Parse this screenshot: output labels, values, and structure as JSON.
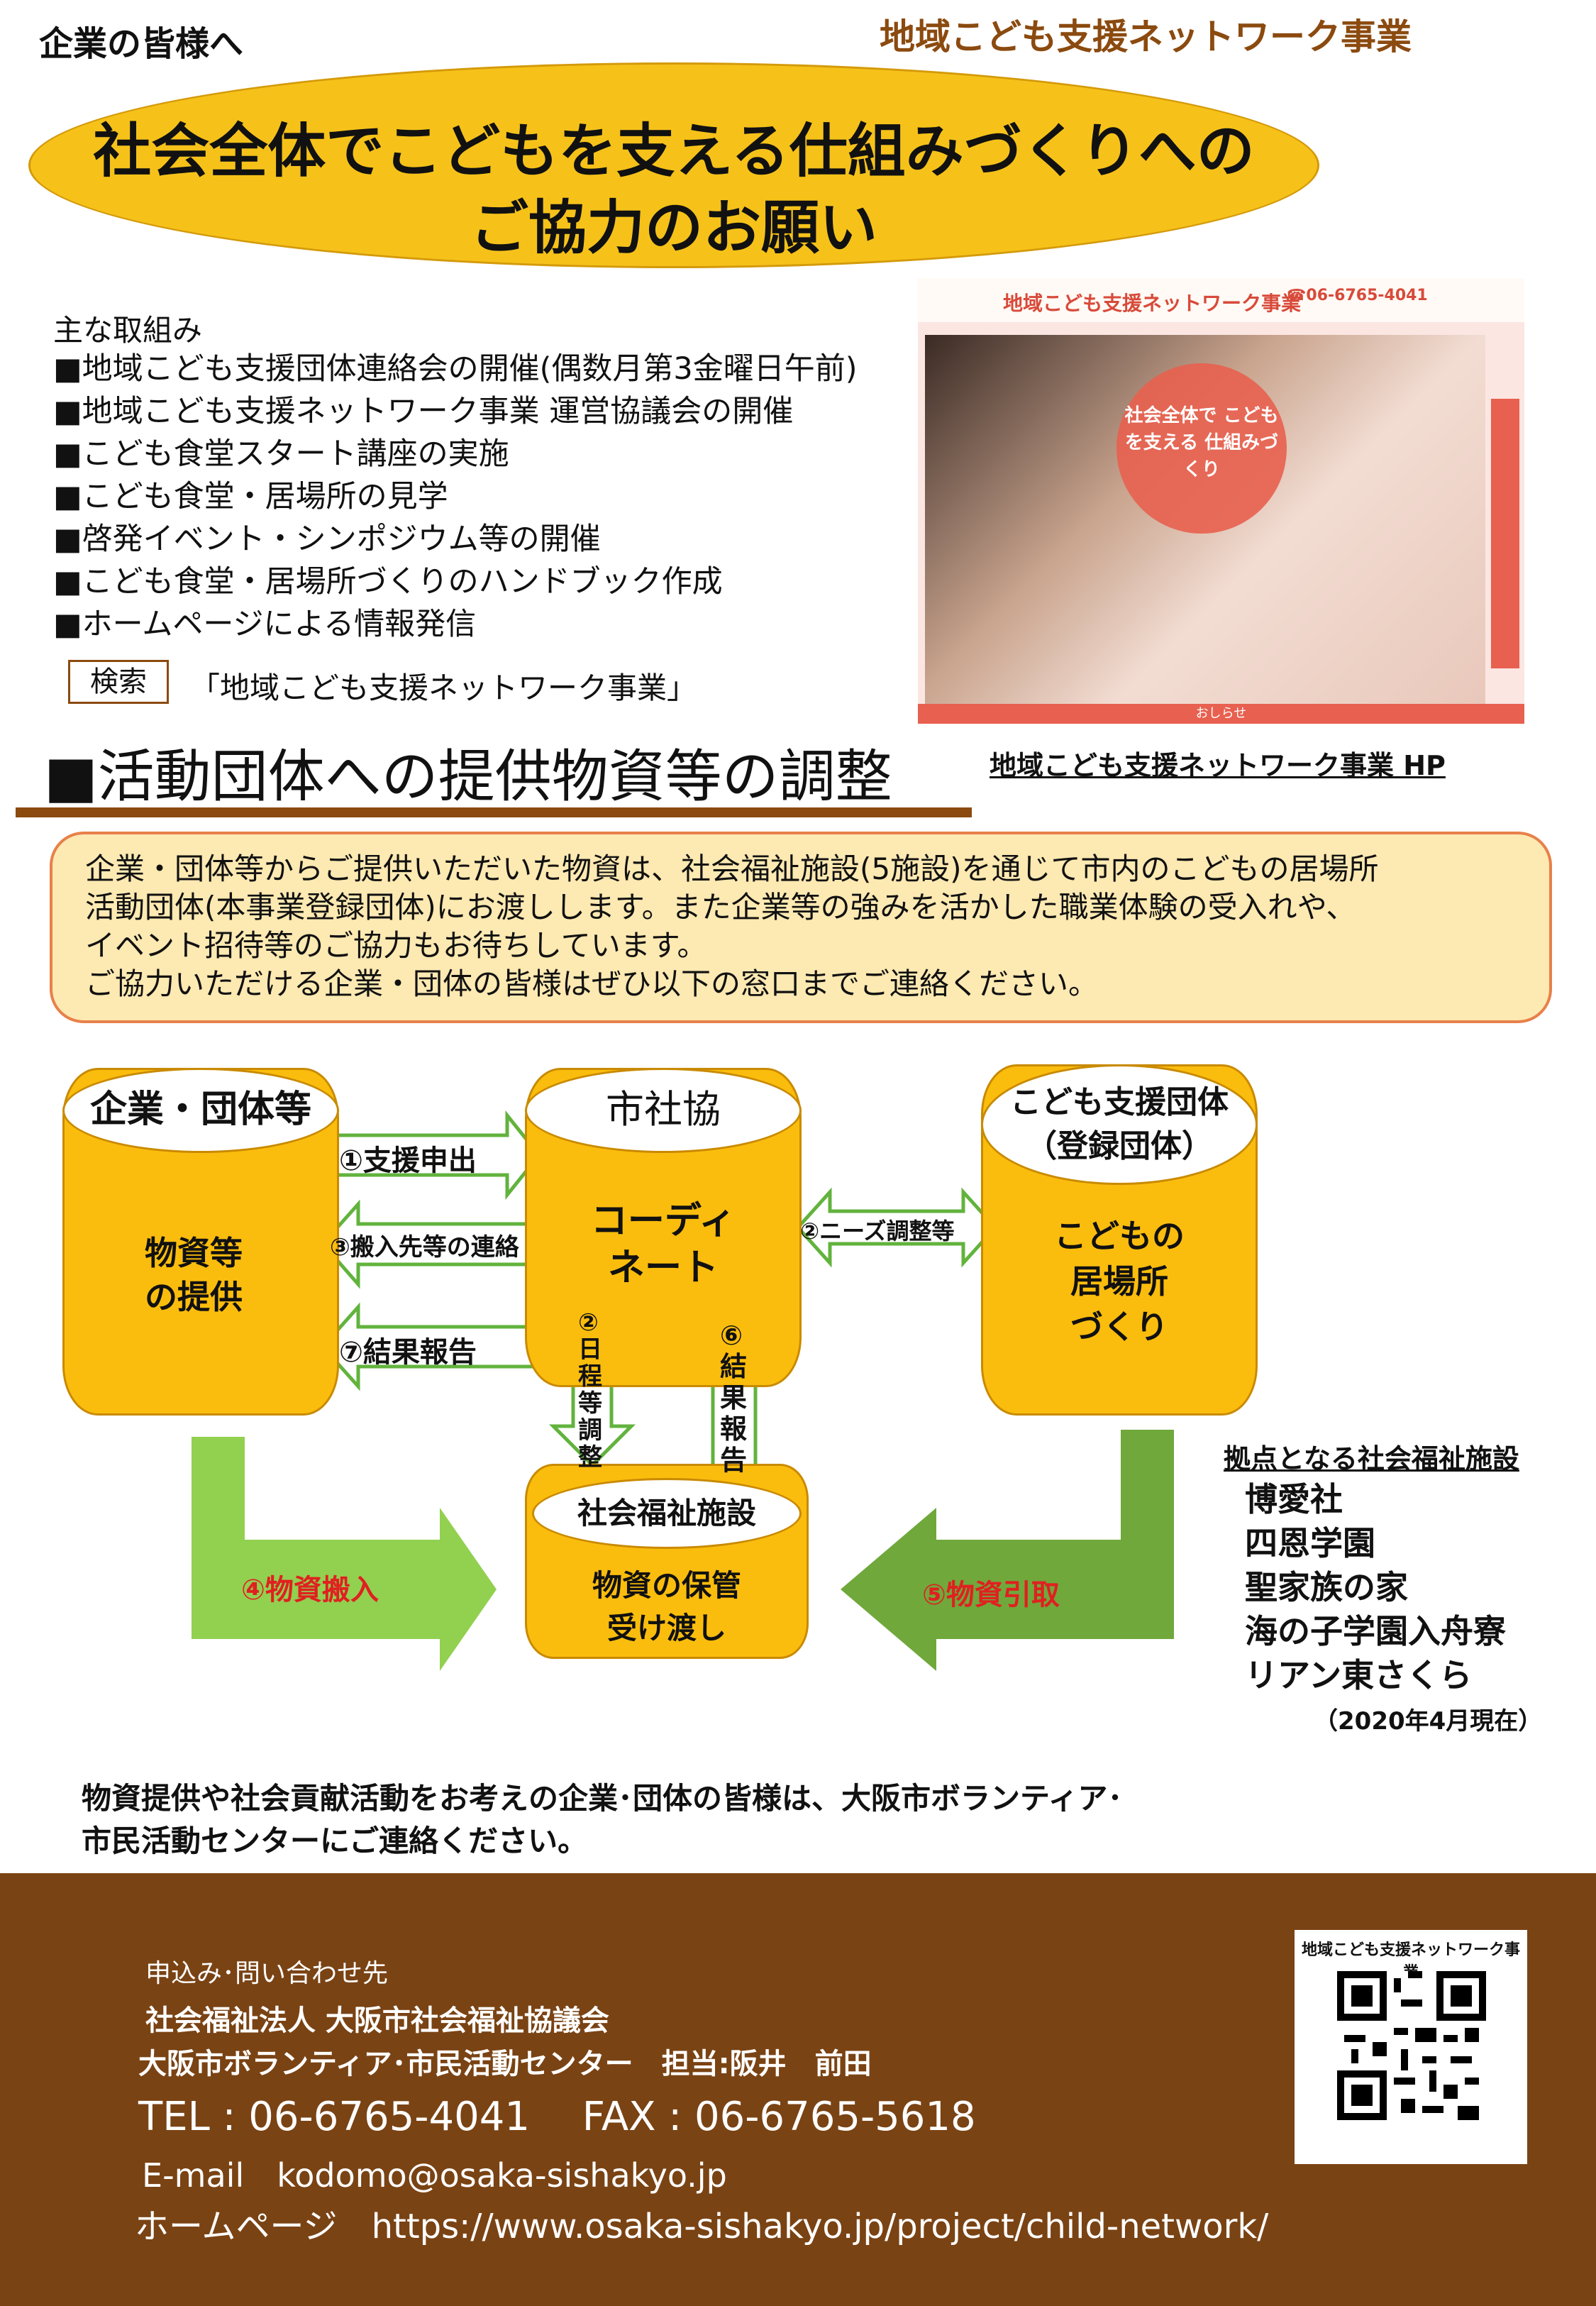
{
  "header": {
    "to_companies": "企業の皆様へ",
    "program_name": "地域こども支援ネットワーク事業",
    "title_line1": "社会全体でこどもを支える仕組みづくりへの",
    "title_line2": "ご協力のお願い"
  },
  "initiatives": {
    "heading": "主な取組み",
    "items": [
      "■地域こども支援団体連絡会の開催(偶数月第3金曜日午前)",
      "■地域こども支援ネットワーク事業 運営協議会の開催",
      "■こども食堂スタート講座の実施",
      "■こども食堂・居場所の見学",
      "■啓発イベント・シンポジウム等の開催",
      "■こども食堂・居場所づくりのハンドブック作成",
      "■ホームページによる情報発信"
    ],
    "search_label": "検索",
    "search_term": "「地域こども支援ネットワーク事業」"
  },
  "hp": {
    "logo": "地域こども支援ネットワーク事業",
    "tel": "☎06-6765-4041",
    "circle_text": "社会全体で こどもを支える 仕組みづくり",
    "footer": "おしらせ",
    "caption": "地域こども支援ネットワーク事業 HP"
  },
  "section": {
    "title": "■活動団体への提供物資等の調整",
    "info_lines": [
      "企業・団体等からご提供いただいた物資は、社会福祉施設(5施設)を通じて市内のこどもの居場所",
      "活動団体(本事業登録団体)にお渡しします。また企業等の強みを活かした職業体験の受入れや、",
      "イベント招待等のご協力もお待ちしています。",
      "ご協力いただける企業・団体の皆様はぜひ以下の窓口までご連絡ください。"
    ]
  },
  "diagram": {
    "company_cap": "企業・団体等",
    "company_body_1": "物資等",
    "company_body_2": "の提供",
    "council_cap": "市社協",
    "council_body_1": "コーディ",
    "council_body_2": "ネート",
    "support_cap_1": "こども支援団体",
    "support_cap_2": "（登録団体）",
    "support_body_1": "こどもの",
    "support_body_2": "居場所",
    "support_body_3": "づくり",
    "facility_cap": "社会福祉施設",
    "facility_body_1": "物資の保管",
    "facility_body_2": "受け渡し",
    "step1": "①支援申出",
    "step3": "③搬入先等の連絡",
    "step7": "⑦結果報告",
    "step2_needs": "②ニーズ調整等",
    "step2_schedule": "②日程等調整",
    "step6": "⑥結果報告",
    "step4": "④物資搬入",
    "step5": "⑤物資引取"
  },
  "facilities": {
    "heading": "拠点となる社会福祉施設",
    "items": [
      "博愛社",
      "四恩学園",
      "聖家族の家",
      "海の子学園入舟寮",
      "リアン東さくら"
    ],
    "note": "（2020年4月現在）"
  },
  "call_to_action": {
    "line1": "物資提供や社会貢献活動をお考えの企業･団体の皆様は、大阪市ボランティア･",
    "line2": "市民活動センターにご連絡ください。"
  },
  "footer": {
    "contact_label": "申込み･問い合わせ先",
    "org": "社会福祉法人 大阪市社会福祉協議会",
    "center": "大阪市ボランティア･市民活動センター　担当:阪井　前田",
    "tel_fax": "TEL : 06-6765-4041　 FAX : 06-6765-5618",
    "email": "E-mail　kodomo@osaka-sishakyo.jp",
    "homepage": "ホームページ　https://www.osaka-sishakyo.jp/project/child-network/",
    "qr_label": "地域こども支援ネットワーク事業"
  },
  "colors": {
    "brown": "#8b4a0f",
    "yellow": "#fbbd0d",
    "green_light": "#92d050",
    "green_dark": "#70a83c",
    "red_text": "#e02020"
  }
}
